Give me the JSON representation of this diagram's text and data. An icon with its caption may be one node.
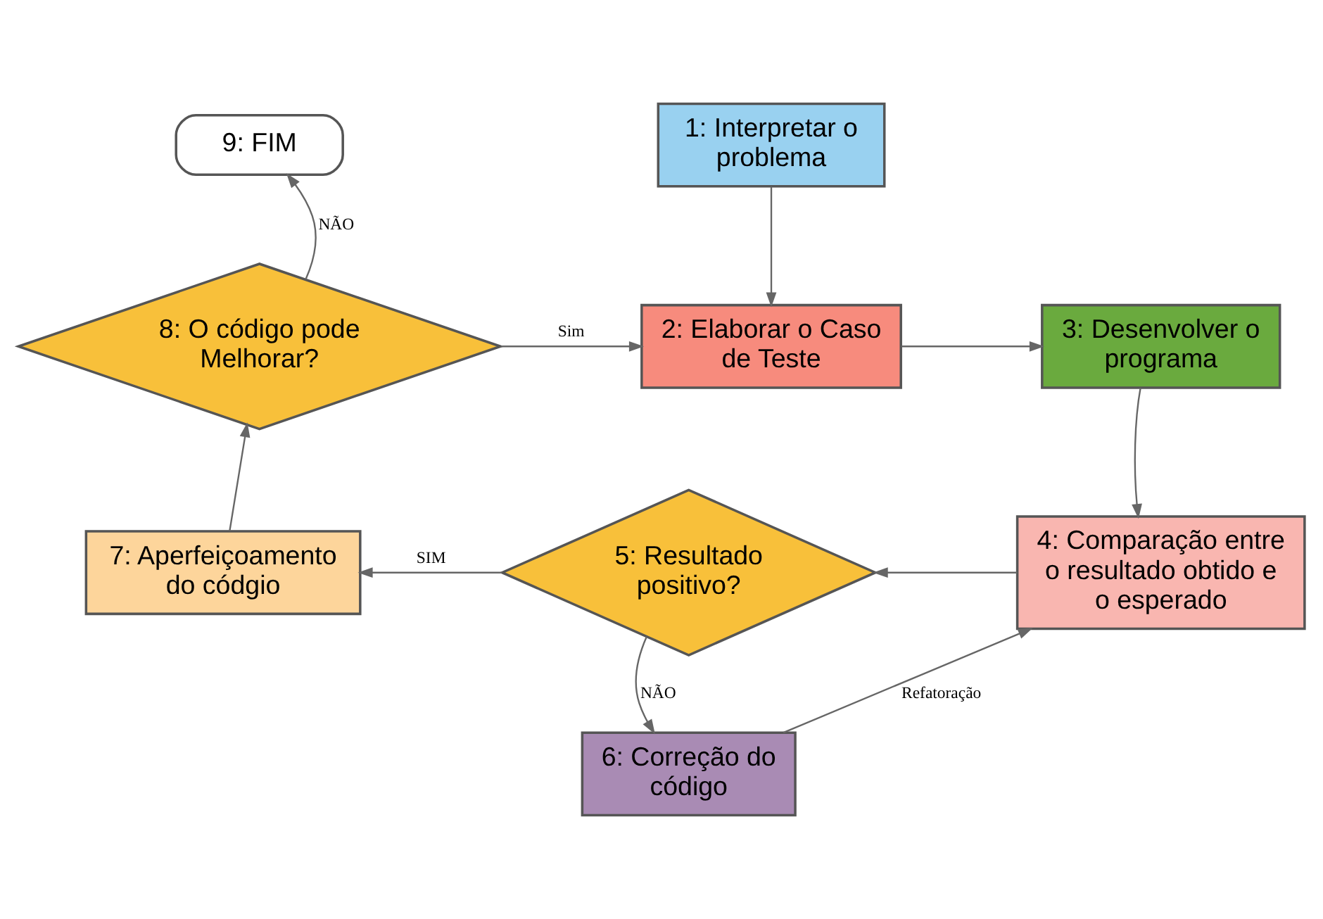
{
  "diagram": {
    "nodes": [
      {
        "text": [
          "9: FIM"
        ]
      },
      {
        "text": [
          "1: Interpretar o problema"
        ]
      },
      {
        "text": [
          "8: O código pode Melhorar?"
        ]
      },
      {
        "text": [
          "2: Elaborar o Caso de Teste"
        ]
      },
      {
        "text": [
          "3: Desenvolver o programa"
        ]
      },
      {
        "text": [
          "7: Aperfeiçoamento do códgio"
        ]
      },
      {
        "text": [
          "5: Resultado positivo?"
        ]
      },
      {
        "text": [
          "4: Comparação entre o resultado obtido e o esperado"
        ]
      },
      {
        "text": [
          "6: Correção do código"
        ]
      }
    ],
    "edges": [
      {
        "from": 1,
        "to": 3,
        "arrow": "to"
      },
      {
        "from": 2,
        "to": 0,
        "arrow": "to",
        "label": "NÃO"
      },
      {
        "from": 2,
        "to": 3,
        "arrow": "to",
        "label": "Sim"
      },
      {
        "from": 3,
        "to": 4,
        "arrow": "to"
      },
      {
        "from": 4,
        "to": 7,
        "arrow": "to"
      },
      {
        "from": 7,
        "to": 6,
        "arrow": "to"
      },
      {
        "from": 6,
        "to": 5,
        "arrow": "to",
        "label": "SIM"
      },
      {
        "from": 5,
        "to": 2,
        "arrow": "to"
      },
      {
        "from": 6,
        "to": 8,
        "arrow": "to",
        "label": "NÃO"
      },
      {
        "from": 8,
        "to": 7,
        "arrow": "to",
        "label": "Refatoração"
      }
    ]
  }
}
